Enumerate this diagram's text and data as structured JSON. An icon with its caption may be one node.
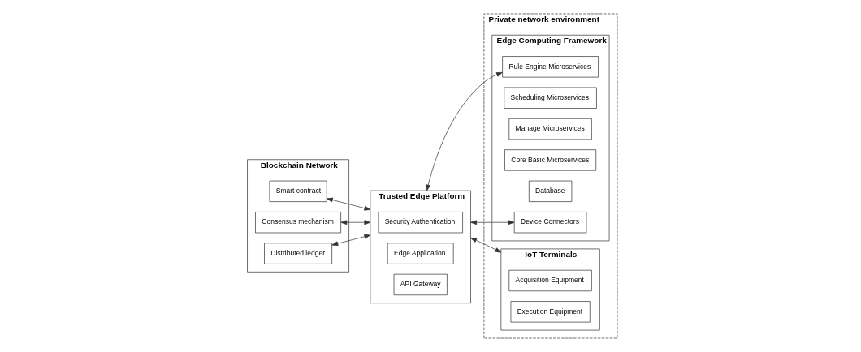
{
  "diagram": {
    "nodes": [
      {
        "text": [
          "Blockchain Network"
        ]
      },
      {
        "text": [
          "Smart contract"
        ],
        "in": 0
      },
      {
        "text": [
          "Consensus mechanism"
        ],
        "in": 0
      },
      {
        "text": [
          "Distributed ledger"
        ],
        "in": 0
      },
      {
        "text": [
          "Trusted Edge Platform"
        ]
      },
      {
        "text": [
          "Security Authentication"
        ],
        "in": 4
      },
      {
        "text": [
          "Edge Application"
        ],
        "in": 4
      },
      {
        "text": [
          "API Gateway"
        ],
        "in": 4
      },
      {
        "text": [
          "Private network environment"
        ]
      },
      {
        "text": [
          "Edge Computing Framework"
        ],
        "in": 8
      },
      {
        "text": [
          "Rule Engine Microservices"
        ],
        "in": 9
      },
      {
        "text": [
          "Scheduling Microservices"
        ],
        "in": 9
      },
      {
        "text": [
          "Manage Microservices"
        ],
        "in": 9
      },
      {
        "text": [
          "Core Basic Microservices"
        ],
        "in": 9
      },
      {
        "text": [
          "Database"
        ],
        "in": 9
      },
      {
        "text": [
          "Device Connectors"
        ],
        "in": 9
      },
      {
        "text": [
          "IoT Terminals"
        ],
        "in": 8
      },
      {
        "text": [
          "Acquisition Equipment"
        ],
        "in": 16
      },
      {
        "text": [
          "Execution Equipment"
        ],
        "in": 16
      }
    ],
    "edges": [
      {
        "from": 1,
        "to": 4,
        "arrow": "both"
      },
      {
        "from": 2,
        "to": 4,
        "arrow": "both"
      },
      {
        "from": 3,
        "to": 4,
        "arrow": "both"
      },
      {
        "from": 4,
        "to": 10,
        "arrow": "both"
      },
      {
        "from": 4,
        "to": 15,
        "arrow": "both"
      },
      {
        "from": 4,
        "to": 16,
        "arrow": "both"
      }
    ]
  }
}
